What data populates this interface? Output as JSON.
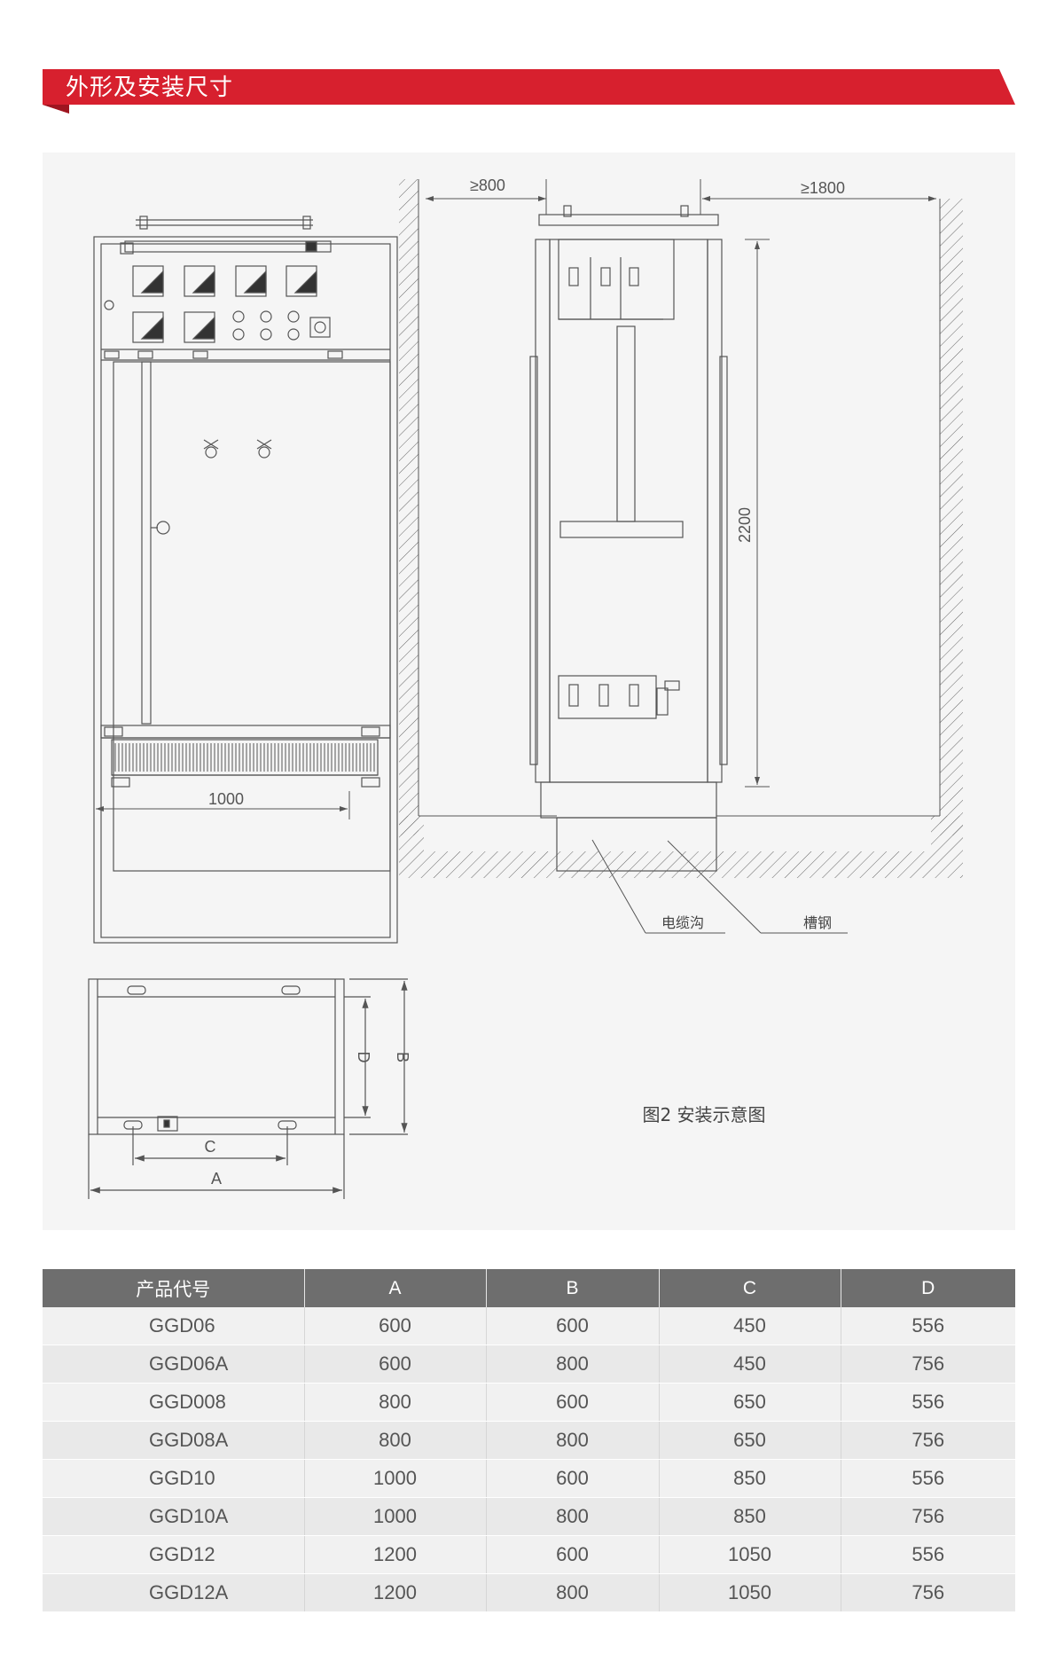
{
  "header": {
    "title": "外形及安装尺寸",
    "accent_color": "#d7202e"
  },
  "drawing": {
    "front_width_label": "1000",
    "side_clearance_left": "≥800",
    "side_clearance_right": "≥1800",
    "height_label": "2200",
    "cable_trench_label": "电缆沟",
    "channel_steel_label": "槽钢",
    "plan_dim_a": "A",
    "plan_dim_b": "B",
    "plan_dim_c": "C",
    "plan_dim_d": "D",
    "caption": "图2 安装示意图"
  },
  "table": {
    "headers": [
      "产品代号",
      "A",
      "B",
      "C",
      "D"
    ],
    "rows": [
      [
        "GGD06",
        "600",
        "600",
        "450",
        "556"
      ],
      [
        "GGD06A",
        "600",
        "800",
        "450",
        "756"
      ],
      [
        "GGD008",
        "800",
        "600",
        "650",
        "556"
      ],
      [
        "GGD08A",
        "800",
        "800",
        "650",
        "756"
      ],
      [
        "GGD10",
        "1000",
        "600",
        "850",
        "556"
      ],
      [
        "GGD10A",
        "1000",
        "800",
        "850",
        "756"
      ],
      [
        "GGD12",
        "1200",
        "600",
        "1050",
        "556"
      ],
      [
        "GGD12A",
        "1200",
        "800",
        "1050",
        "756"
      ]
    ],
    "header_color": "#6e6e6e"
  }
}
